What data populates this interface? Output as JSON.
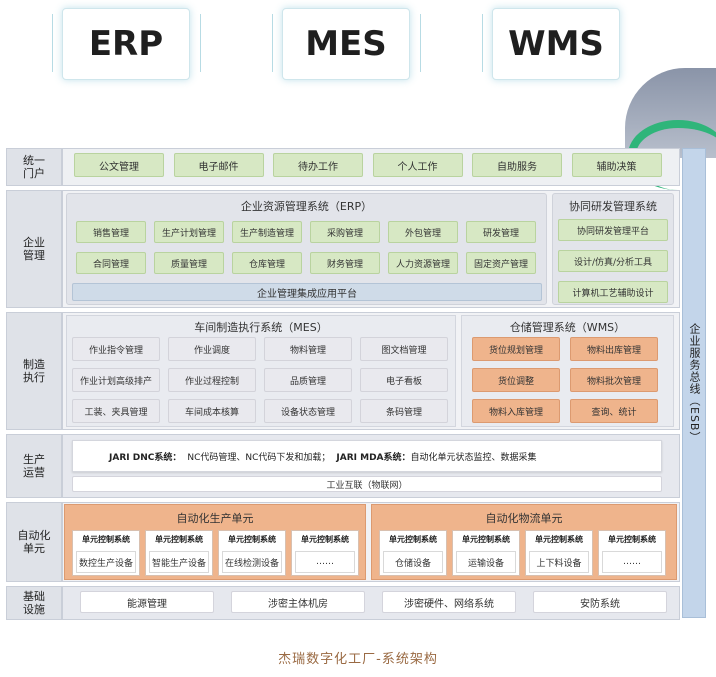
{
  "logos": [
    "ERP",
    "MES",
    "WMS"
  ],
  "rows": {
    "portal": "统一\n门户",
    "enterprise": "企业\n管理",
    "manufacturing": "制造\n执行",
    "operation": "生产\n运营",
    "automation": "自动化\n单元",
    "infrastructure": "基础\n设施"
  },
  "portal_items": [
    "公文管理",
    "电子邮件",
    "待办工作",
    "个人工作",
    "自助服务",
    "辅助决策"
  ],
  "erp": {
    "title": "企业资源管理系统（ERP）",
    "items_row1": [
      "销售管理",
      "生产计划管理",
      "生产制造管理",
      "采购管理",
      "外包管理",
      "研发管理"
    ],
    "items_row2": [
      "合同管理",
      "质量管理",
      "仓库管理",
      "财务管理",
      "人力资源管理",
      "固定资产管理"
    ],
    "platform": "企业管理集成应用平台"
  },
  "collab": {
    "title": "协同研发管理系统",
    "items": [
      "协同研发管理平台",
      "设计/仿真/分析工具",
      "计算机工艺辅助设计"
    ]
  },
  "mes": {
    "title": "车间制造执行系统（MES）",
    "items": [
      "作业指令管理",
      "作业调度",
      "物料管理",
      "图文档管理",
      "作业计划高级排产",
      "作业过程控制",
      "品质管理",
      "电子看板",
      "工装、夹具管理",
      "车间成本核算",
      "设备状态管理",
      "条码管理"
    ]
  },
  "wms": {
    "title": "仓储管理系统（WMS）",
    "items": [
      "货位规划管理",
      "物料出库管理",
      "货位调整",
      "物料批次管理",
      "物料入库管理",
      "查询、统计"
    ]
  },
  "operation": {
    "dnc_label": "JARI DNC系统：",
    "dnc_text": "NC代码管理、NC代码下发和加载；",
    "mda_label": "JARI MDA系统：",
    "mda_text": "自动化单元状态监控、数据采集",
    "iot": "工业互联（物联网）"
  },
  "automation": {
    "production": {
      "title": "自动化生产单元",
      "units": [
        {
          "head": "单元控制系统",
          "device": "数控生产设备"
        },
        {
          "head": "单元控制系统",
          "device": "智能生产设备"
        },
        {
          "head": "单元控制系统",
          "device": "在线检测设备"
        },
        {
          "head": "单元控制系统",
          "device": "……"
        }
      ]
    },
    "logistics": {
      "title": "自动化物流单元",
      "units": [
        {
          "head": "单元控制系统",
          "device": "仓储设备"
        },
        {
          "head": "单元控制系统",
          "device": "运输设备"
        },
        {
          "head": "单元控制系统",
          "device": "上下料设备"
        },
        {
          "head": "单元控制系统",
          "device": "……"
        }
      ]
    }
  },
  "infrastructure_items": [
    "能源管理",
    "涉密主体机房",
    "涉密硬件、网络系统",
    "安防系统"
  ],
  "esb": "企业服务总线（ESB）",
  "caption": "杰瑞数字化工厂-系统架构",
  "colors": {
    "green": "#d7e8c4",
    "orange": "#efb48c",
    "grey_panel": "#dfe2e8",
    "esb": "#c3d5ea"
  }
}
